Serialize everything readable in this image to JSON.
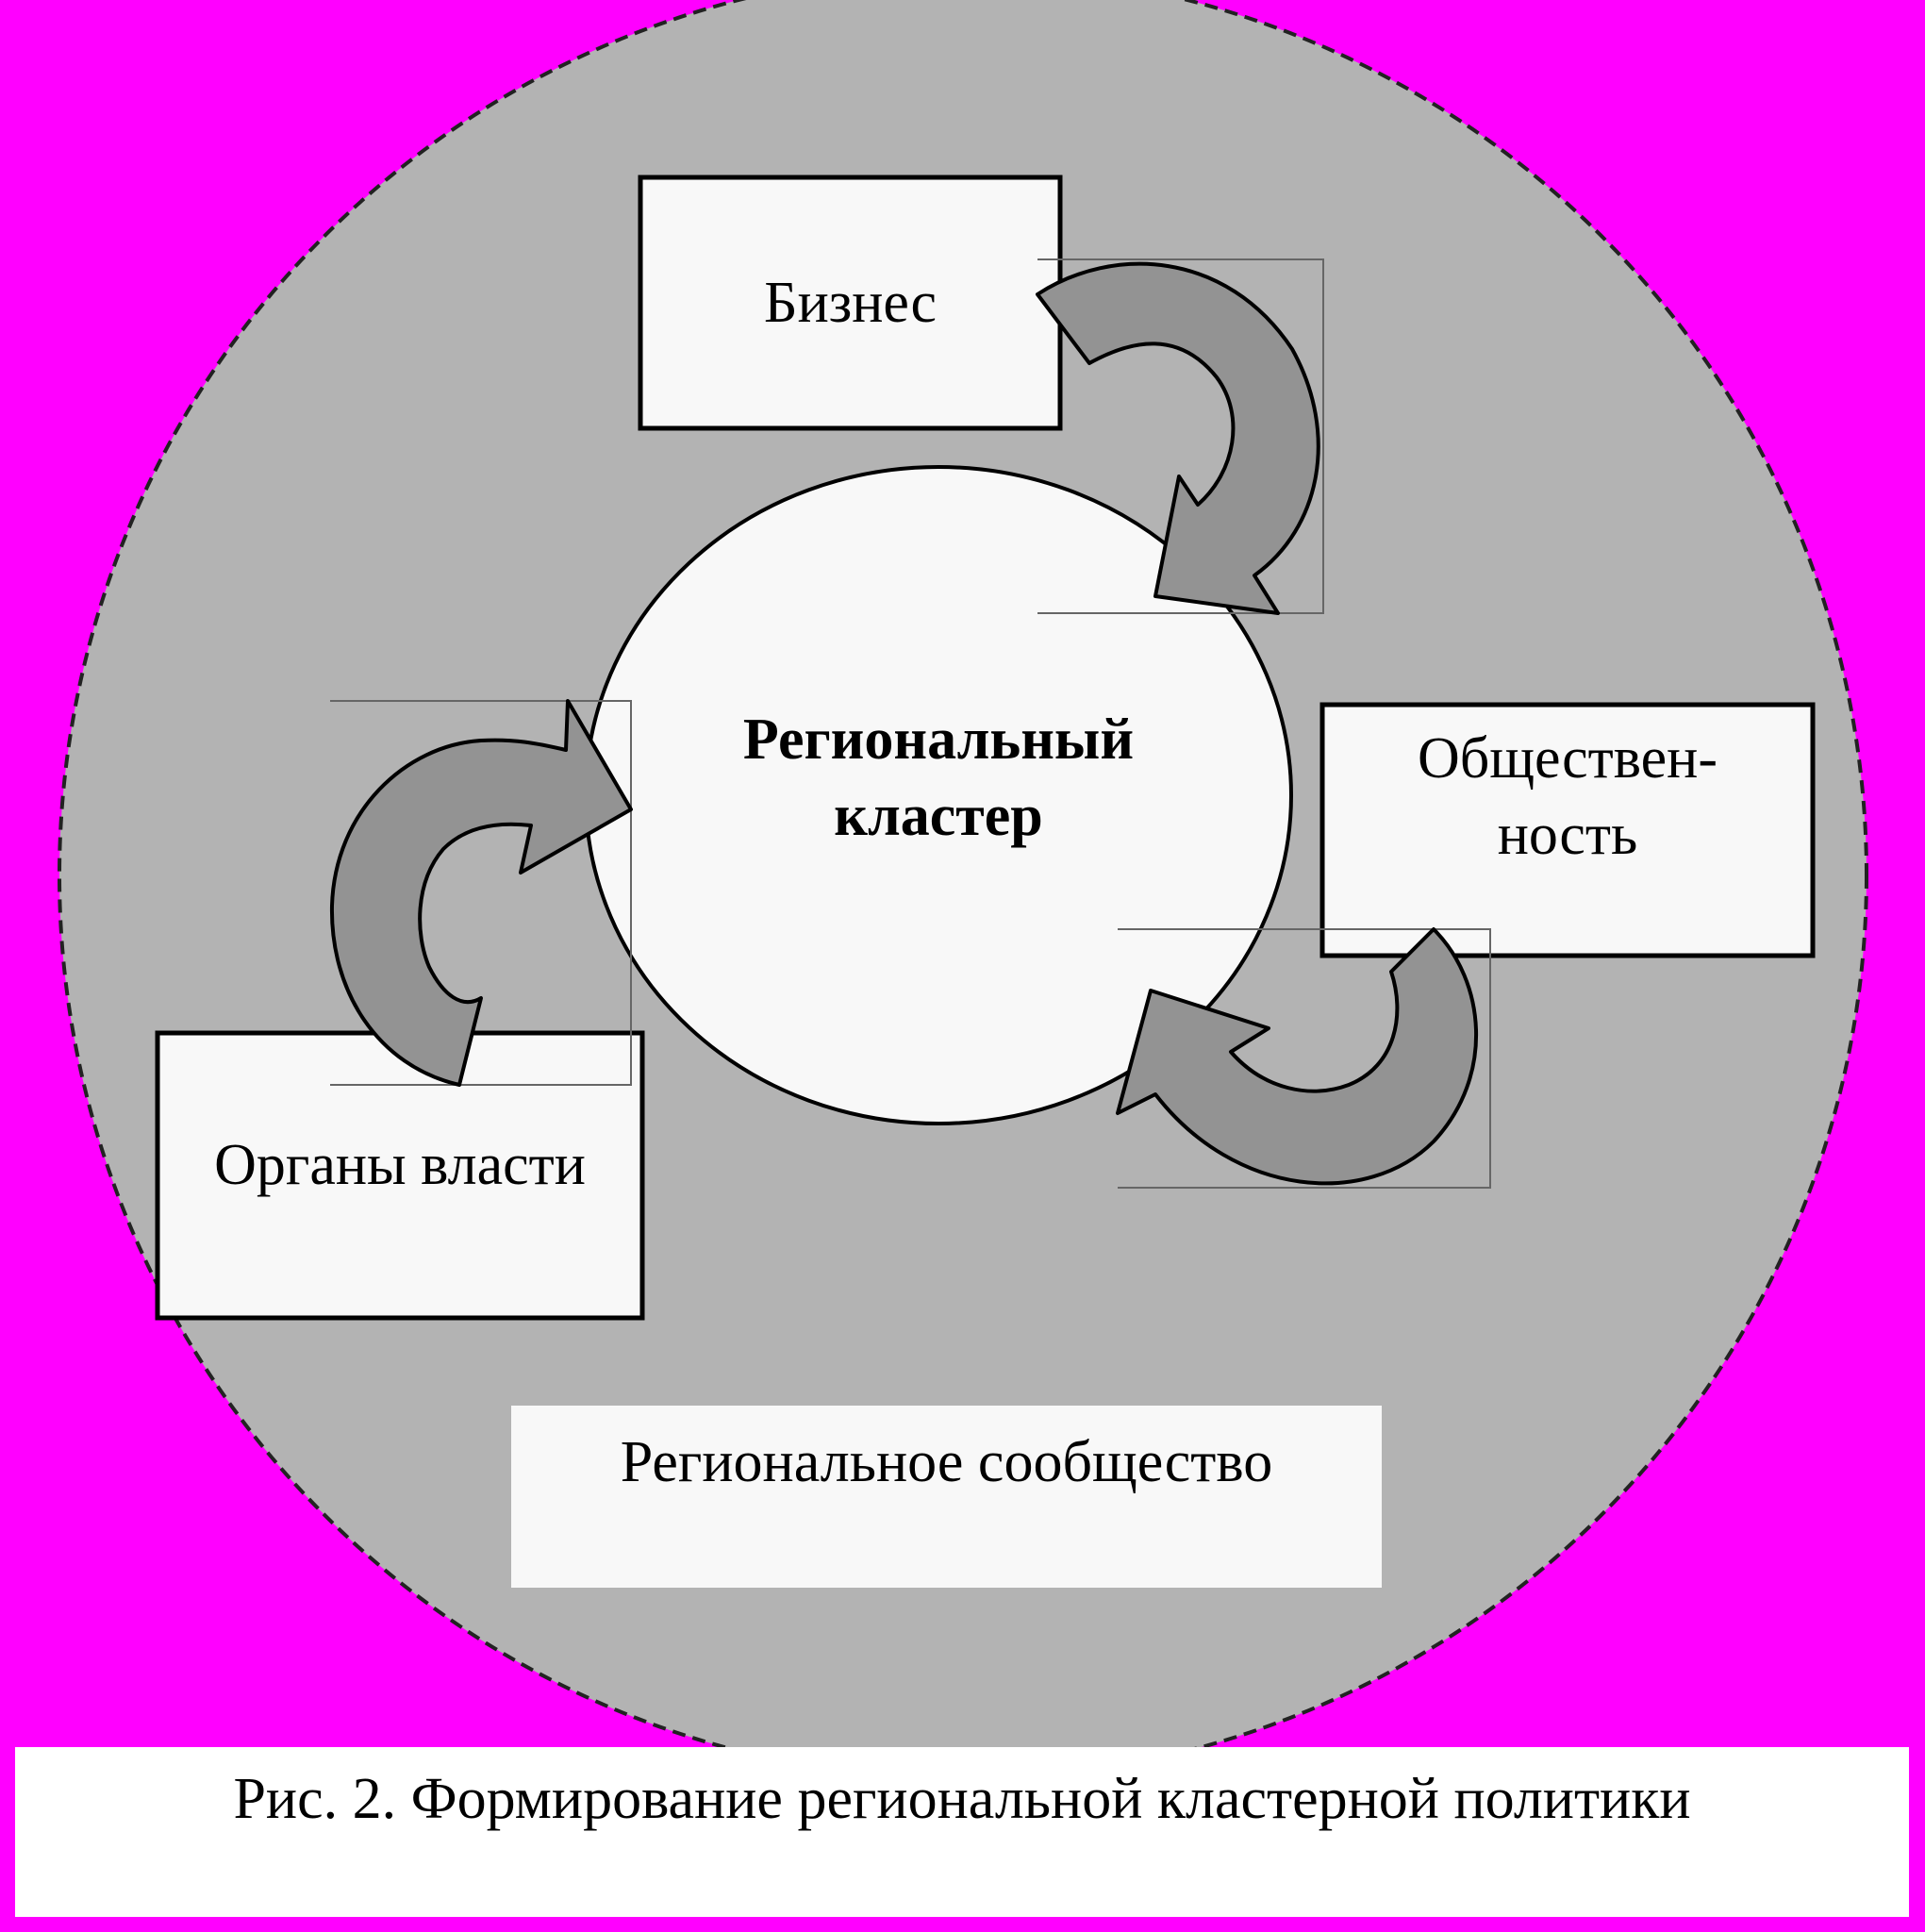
{
  "diagram": {
    "outer_label": "Региональное сообщество",
    "center_label_line1": "Региональный",
    "center_label_line2": "кластер",
    "nodes": {
      "business": "Бизнес",
      "public_line1": "Обществен-",
      "public_line2": "ность",
      "authorities": "Органы власти"
    }
  },
  "caption": "Рис. 2. Формирование региональной кластерной политики",
  "colors": {
    "background": "#ff00ff",
    "outer_circle": "#b3b3b3",
    "boxes": "#f8f8f8",
    "arrows": "#939393"
  }
}
